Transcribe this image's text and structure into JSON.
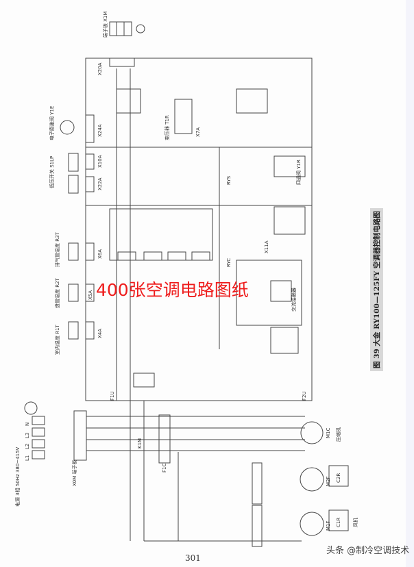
{
  "caption": "图 39  大金 RY100—125FY 空调器控制电路图",
  "overlay_text": "400张空调电路图纸",
  "page_number": "301",
  "watermark": "头条 @制冷空调技术",
  "labels": {
    "x1m": "端子板 X1M",
    "y1e": "电子膨胀阀 Y1E",
    "s1lp": "低压开关 S1LP",
    "r3t": "排气管温度 R3T",
    "r2t": "盘管温度 R2T",
    "r1t": "室内温度 R1T",
    "power": "电源 3相 50Hz 380~415V",
    "x0m": "X0M 端子板",
    "x20a": "X20A",
    "x24a": "X24A",
    "x10a": "X10A",
    "x22a": "X22A",
    "x6a": "X6A",
    "x5a": "X5A",
    "x4a": "X4A",
    "t1r": "变压器 T1R",
    "x7a": "X7A",
    "y1r": "四通阀 Y1R",
    "x11a": "X11A",
    "k1m": "K1M",
    "f1c": "F1C",
    "m1c": "M1C",
    "m2f": "M2F",
    "m1f": "M1F",
    "c1r": "C1R",
    "c2r": "C2R",
    "compressor": "压缩机",
    "fan": "风机",
    "ac_contactor": "交流接触器",
    "f1u": "F1U",
    "f2u": "F2U",
    "ryc": "RYC",
    "rys": "RYS",
    "n": "N",
    "l1": "L1",
    "l2": "L2",
    "l3": "L3"
  }
}
